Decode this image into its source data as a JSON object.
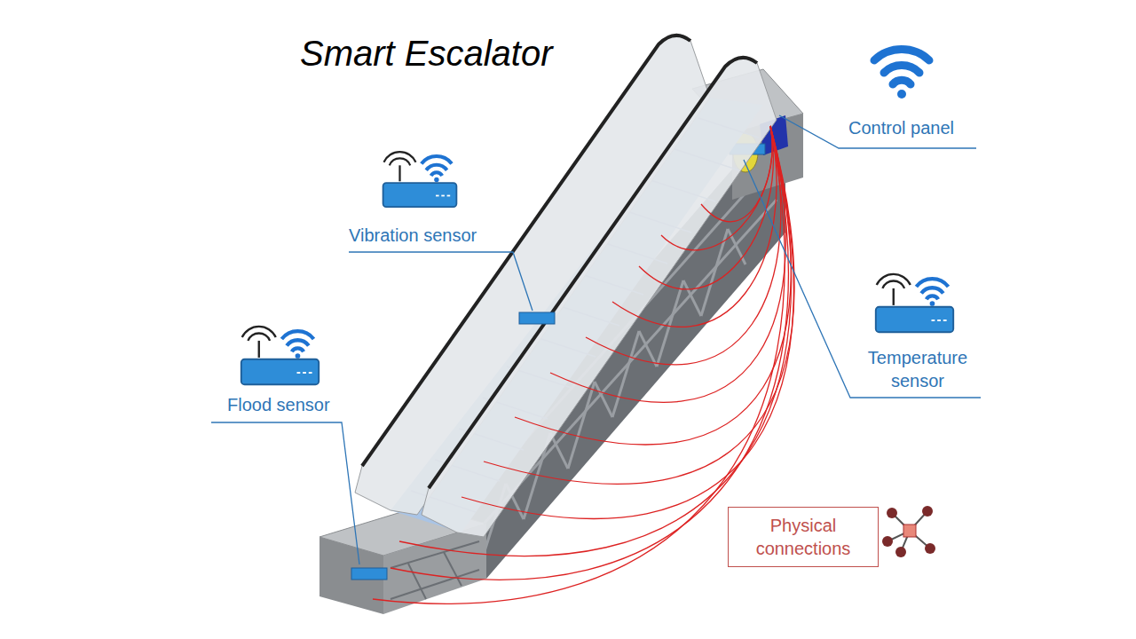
{
  "diagram": {
    "title": "Smart Escalator",
    "nodes": [
      {
        "text": [
          "Physical connections"
        ]
      }
    ],
    "labels": [
      "Control panel",
      "Vibration sensor",
      "Flood sensor",
      "Temperature sensor"
    ]
  }
}
